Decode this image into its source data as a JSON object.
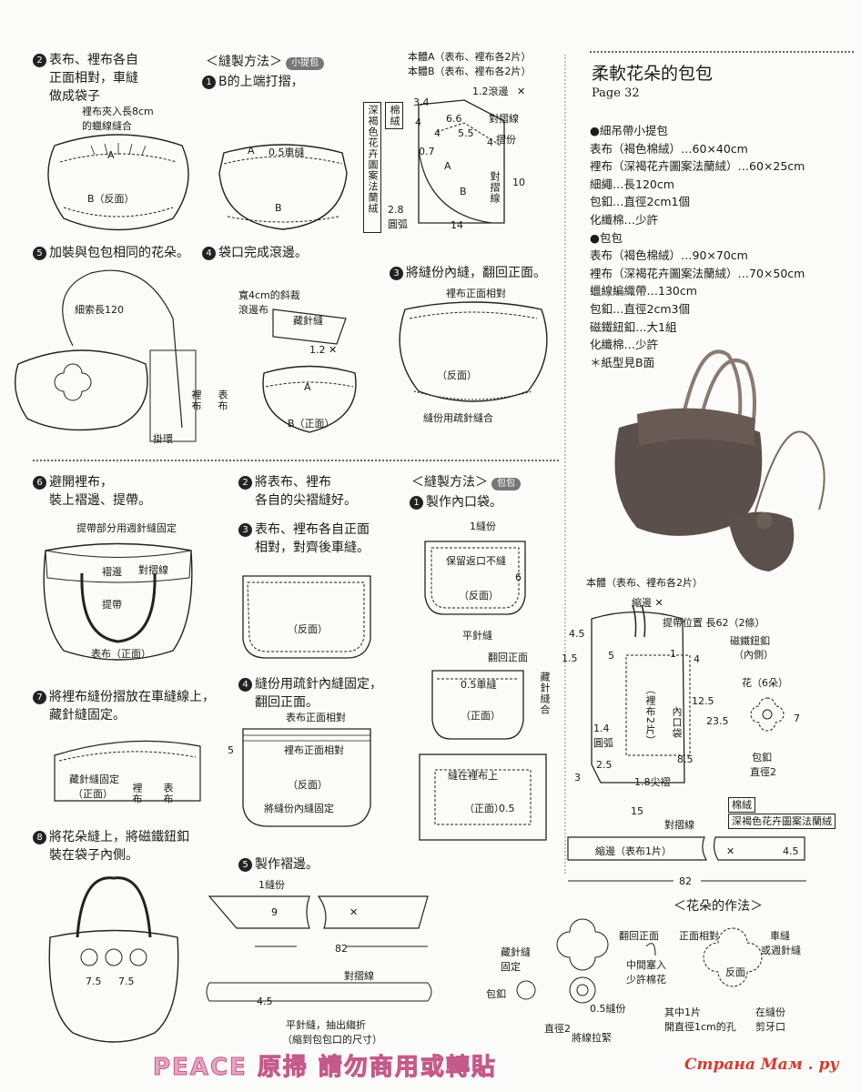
{
  "right": {
    "title": "柔軟花朵的包包",
    "page_ref": "Page 32",
    "materials": [
      "●細吊帶小提包",
      "表布（褐色棉絨）…60×40cm",
      "裡布（深褐花卉圖案法蘭絨）…60×25cm",
      "細繩…長120cm",
      "包釦…直徑2cm1個",
      "化纖棉…少許",
      "●包包",
      "表布（褐色棉絨）…90×70cm",
      "裡布（深褐花卉圖案法蘭絨）…70×50cm",
      "蠟線編織帶…130cm",
      "包釦…直徑2cm3個",
      "磁鐵鈕釦…大1組",
      "化纖棉…少許",
      "＊紙型見B面"
    ],
    "pattern": {
      "heading": "本體（表布、裡布各2片）",
      "labels": [
        "縮邊",
        "4.5",
        "1.5",
        "提帶位置 長62（2條）",
        "5",
        "1",
        "4",
        "磁鐵鈕釦",
        "（內側）",
        "12.5",
        "23.5",
        "1.4",
        "圓弧",
        "8.5",
        "2.5",
        "3",
        "1.8尖褶",
        "15",
        "內口袋",
        "（裡布2片）",
        "花（6朵）",
        "7",
        "包釦",
        "直徑2",
        "棉絨",
        "深褐色花卉圖案法蘭絨",
        "對摺線",
        "縮邊（表布1片）",
        "4.5",
        "82"
      ]
    },
    "flower": {
      "heading": "＜花朵的作法＞",
      "labels": [
        "翻回正面",
        "正面相對",
        "車縫",
        "或週針縫",
        "藏針縫",
        "固定",
        "中間塞入",
        "少許棉花",
        "反面",
        "包釦",
        "0.5縫份",
        "其中1片",
        "開直徑1cm的孔",
        "在縫份",
        "剪牙口",
        "直徑2",
        "將線拉緊"
      ]
    }
  },
  "top": {
    "step2": {
      "num": "2",
      "lines": [
        "表布、裡布各自",
        "正面相對，車縫",
        "做成袋子"
      ]
    },
    "step2_labels": [
      "裡布夾入長8cm",
      "的蠟線縫合",
      "A",
      "B（反面）"
    ],
    "method_title": "＜縫製方法＞",
    "method_tag": "小提包",
    "step1": {
      "num": "1",
      "text": "B的上端打摺，"
    },
    "step1_labels": [
      "A",
      "0.5車縫",
      "B"
    ],
    "pieces": [
      "本體A（表布、裡布各2片）",
      "本體B（表布、裡布各2片）"
    ],
    "piece_labels": [
      "1.2滾邊",
      "3.4",
      "6.6",
      "對摺線",
      "4",
      "4",
      "5.5",
      "摺份",
      "0.7",
      "4",
      "A",
      "B",
      "10",
      "對摺線",
      "2.8",
      "圓弧",
      "14",
      "棉絨",
      "深褐色花卉圖案法蘭絨"
    ],
    "step5": {
      "num": "5",
      "text": "加裝與包包相同的花朵。"
    },
    "step5_labels": [
      "細索長120",
      "裡布",
      "表布",
      "掛環"
    ],
    "step4": {
      "num": "4",
      "text": "袋口完成滾邊。"
    },
    "step4_labels": [
      "寬4cm的斜裁",
      "滾邊布",
      "藏針縫",
      "1.2",
      "A",
      "B（正面）"
    ],
    "step3": {
      "num": "3",
      "text": "將縫份內縫，翻回正面。"
    },
    "step3_labels": [
      "裡布正面相對",
      "（反面）",
      "縫份用疏針縫合"
    ]
  },
  "bottom": {
    "step6": {
      "num": "6",
      "lines": [
        "避開裡布，",
        "裝上褶邊、提帶。"
      ]
    },
    "step6_labels": [
      "提帶部分用週針縫固定",
      "褶邊",
      "對摺線",
      "提帶",
      "表布（正面）"
    ],
    "step7": {
      "num": "7",
      "lines": [
        "將裡布縫份摺放在車縫線上，",
        "藏針縫固定。"
      ]
    },
    "step7_labels": [
      "藏針縫固定",
      "（正面）",
      "裡布",
      "表布"
    ],
    "step8": {
      "num": "8",
      "lines": [
        "將花朵縫上，將磁鐵鈕釦",
        "裝在袋子內側。"
      ]
    },
    "step8_labels": [
      "7.5",
      "7.5"
    ],
    "b_step2": {
      "num": "2",
      "lines": [
        "將表布、裡布",
        "各自的尖褶縫好。"
      ]
    },
    "b_step3": {
      "num": "3",
      "lines": [
        "表布、裡布各自正面",
        "相對，對齊後車縫。"
      ]
    },
    "b_step3_labels": [
      "（反面）"
    ],
    "b_step4": {
      "num": "4",
      "lines": [
        "縫份用疏針內縫固定，",
        "翻回正面。"
      ]
    },
    "b_step4_labels": [
      "表布正面相對",
      "5",
      "裡布正面相對",
      "（反面）",
      "將縫份內縫固定"
    ],
    "b_step5": {
      "num": "5",
      "text": "製作褶邊。"
    },
    "b_step5_labels": [
      "1縫份",
      "9",
      "82",
      "對摺線",
      "4.5",
      "平針縫，抽出縐折",
      "（縮到包包口的尺寸）"
    ],
    "method_title": "＜縫製方法＞",
    "method_tag": "包包",
    "b_step1": {
      "num": "1",
      "text": "製作內口袋。"
    },
    "b_step1_labels": [
      "1縫份",
      "保留返口不縫",
      "6",
      "（反面）",
      "平針縫",
      "翻回正面",
      "0.5車縫",
      "藏針縫合",
      "（正面）",
      "縫在裡布上",
      "（正面）",
      "0.5"
    ]
  },
  "footer": {
    "text": "PEACE  原掃    請勿商用或轉貼",
    "watermark": "Страна Мам . ру"
  }
}
